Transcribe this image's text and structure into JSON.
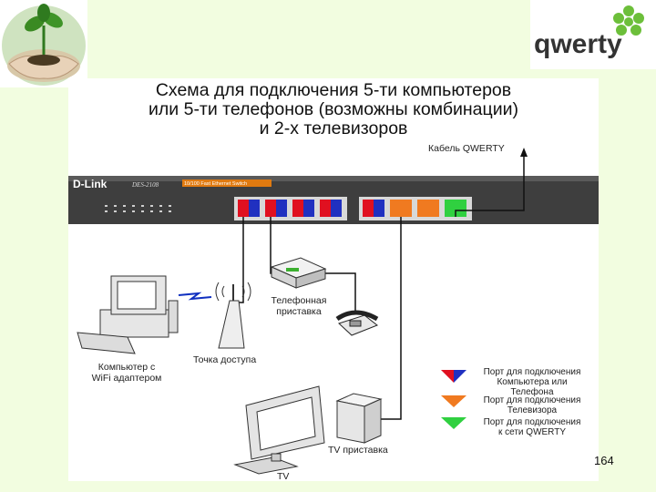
{
  "title_lines": [
    "Схема для подключения 5-ти компьютеров",
    "или 5-ти телефонов (возможны комбинации)",
    "и 2-х телевизоров"
  ],
  "switch": {
    "brand": "D-Link",
    "model": "DES-2108",
    "badge": "10/100 Fast Ethernet Switch"
  },
  "labels": {
    "cable": "Кабель QWERTY",
    "phone_box": [
      "Телефонная",
      "приставка"
    ],
    "access_point": "Точка доступа",
    "wifi_pc": [
      "Компьютер с",
      "WiFi адаптером"
    ],
    "tv_box": "TV приставка",
    "tv": "TV"
  },
  "legend": [
    {
      "lines": [
        "Порт для подключения",
        "Компьютера или",
        "Телефона"
      ],
      "colors": [
        "#e01020",
        "#2030c0"
      ]
    },
    {
      "lines": [
        "Порт для подключения",
        "Телевизора"
      ],
      "colors": [
        "#f07a20"
      ]
    },
    {
      "lines": [
        "Порт для подключения",
        "к сети QWERTY"
      ],
      "colors": [
        "#30d040"
      ]
    }
  ],
  "logo_text": "qwerty",
  "page_number": "164"
}
